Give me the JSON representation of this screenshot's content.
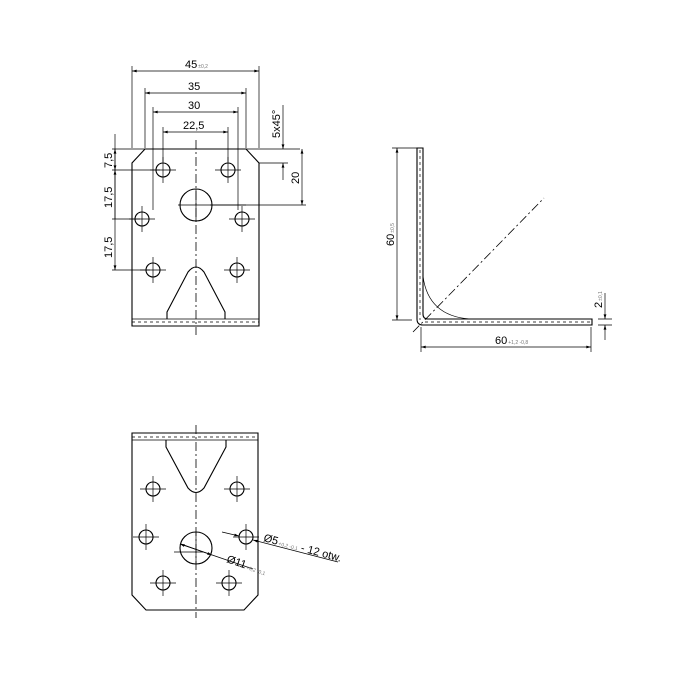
{
  "top_view": {
    "dim_width": "45",
    "dim_width_tol": "±0,2",
    "dim_35": "35",
    "dim_30": "30",
    "dim_22_5": "22,5",
    "dim_7_5": "7,5",
    "dim_17_5_a": "17,5",
    "dim_17_5_b": "17,5",
    "dim_20": "20",
    "dim_chamfer": "5x45°"
  },
  "side_view": {
    "dim_height": "60",
    "dim_height_tol": "±0,5",
    "dim_length": "60",
    "dim_length_tol": "+1,2 -0,8",
    "dim_thickness": "2",
    "dim_thickness_tol": "±0,1"
  },
  "bottom_view": {
    "big_hole_label": "Ø11",
    "big_hole_tol": "+0,2 -0,1",
    "small_hole_label": "Ø5",
    "small_hole_tol": "+0,2 -0,1",
    "small_hole_count": "- 12 otw."
  }
}
